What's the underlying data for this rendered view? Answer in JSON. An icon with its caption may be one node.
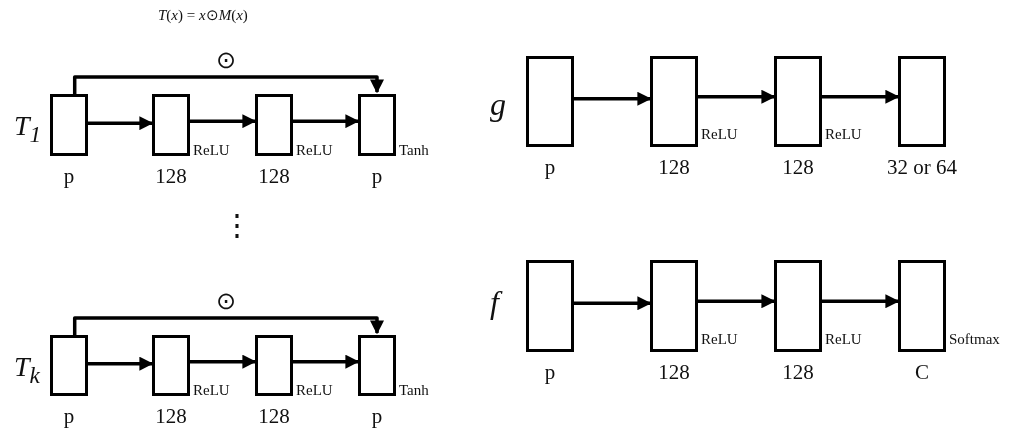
{
  "diagram": {
    "nodes": [
      {
        "text": [],
        "shape": "box",
        "beside": [
          "p"
        ]
      },
      {
        "text": [],
        "shape": "box",
        "beside": [
          "128",
          "ReLU"
        ]
      },
      {
        "text": [],
        "shape": "box",
        "beside": [
          "128",
          "ReLU"
        ]
      },
      {
        "text": [],
        "shape": "box",
        "beside": [
          "p",
          "Tanh"
        ]
      },
      {
        "text": [],
        "shape": "box",
        "beside": [
          "p"
        ]
      },
      {
        "text": [],
        "shape": "box",
        "beside": [
          "128",
          "ReLU"
        ]
      },
      {
        "text": [],
        "shape": "box",
        "beside": [
          "128",
          "ReLU"
        ]
      },
      {
        "text": [],
        "shape": "box",
        "beside": [
          "p",
          "Tanh"
        ]
      },
      {
        "text": [],
        "shape": "box",
        "beside": [
          "p"
        ]
      },
      {
        "text": [],
        "shape": "box",
        "beside": [
          "128",
          "ReLU"
        ]
      },
      {
        "text": [],
        "shape": "box",
        "beside": [
          "128",
          "ReLU"
        ]
      },
      {
        "text": [],
        "shape": "box",
        "beside": [
          "32 or 64"
        ]
      },
      {
        "text": [],
        "shape": "box",
        "beside": [
          "p"
        ]
      },
      {
        "text": [],
        "shape": "box",
        "beside": [
          "128",
          "ReLU"
        ]
      },
      {
        "text": [],
        "shape": "box",
        "beside": [
          "128",
          "ReLU"
        ]
      },
      {
        "text": [],
        "shape": "box",
        "beside": [
          "C",
          "Softmax"
        ]
      }
    ],
    "edges": [
      {
        "from": 0,
        "to": 3,
        "arrow": "to",
        "label": "⊙"
      },
      {
        "from": 0,
        "to": 1,
        "arrow": "to"
      },
      {
        "from": 1,
        "to": 2,
        "arrow": "to"
      },
      {
        "from": 2,
        "to": 3,
        "arrow": "to"
      },
      {
        "from": 4,
        "to": 7,
        "arrow": "to",
        "label": "⊙"
      },
      {
        "from": 4,
        "to": 5,
        "arrow": "to"
      },
      {
        "from": 5,
        "to": 6,
        "arrow": "to"
      },
      {
        "from": 6,
        "to": 7,
        "arrow": "to"
      },
      {
        "from": 8,
        "to": 9,
        "arrow": "to"
      },
      {
        "from": 9,
        "to": 10,
        "arrow": "to"
      },
      {
        "from": 10,
        "to": 11,
        "arrow": "to"
      },
      {
        "from": 12,
        "to": 13,
        "arrow": "to"
      },
      {
        "from": 13,
        "to": 14,
        "arrow": "to"
      },
      {
        "from": 14,
        "to": 15,
        "arrow": "to"
      }
    ],
    "labels": [
      "*T*(*x*) = *x*⊙*M*(*x*)",
      "T$_{1}$",
      "⋮",
      "T$_{k}$",
      "g",
      "f"
    ]
  }
}
